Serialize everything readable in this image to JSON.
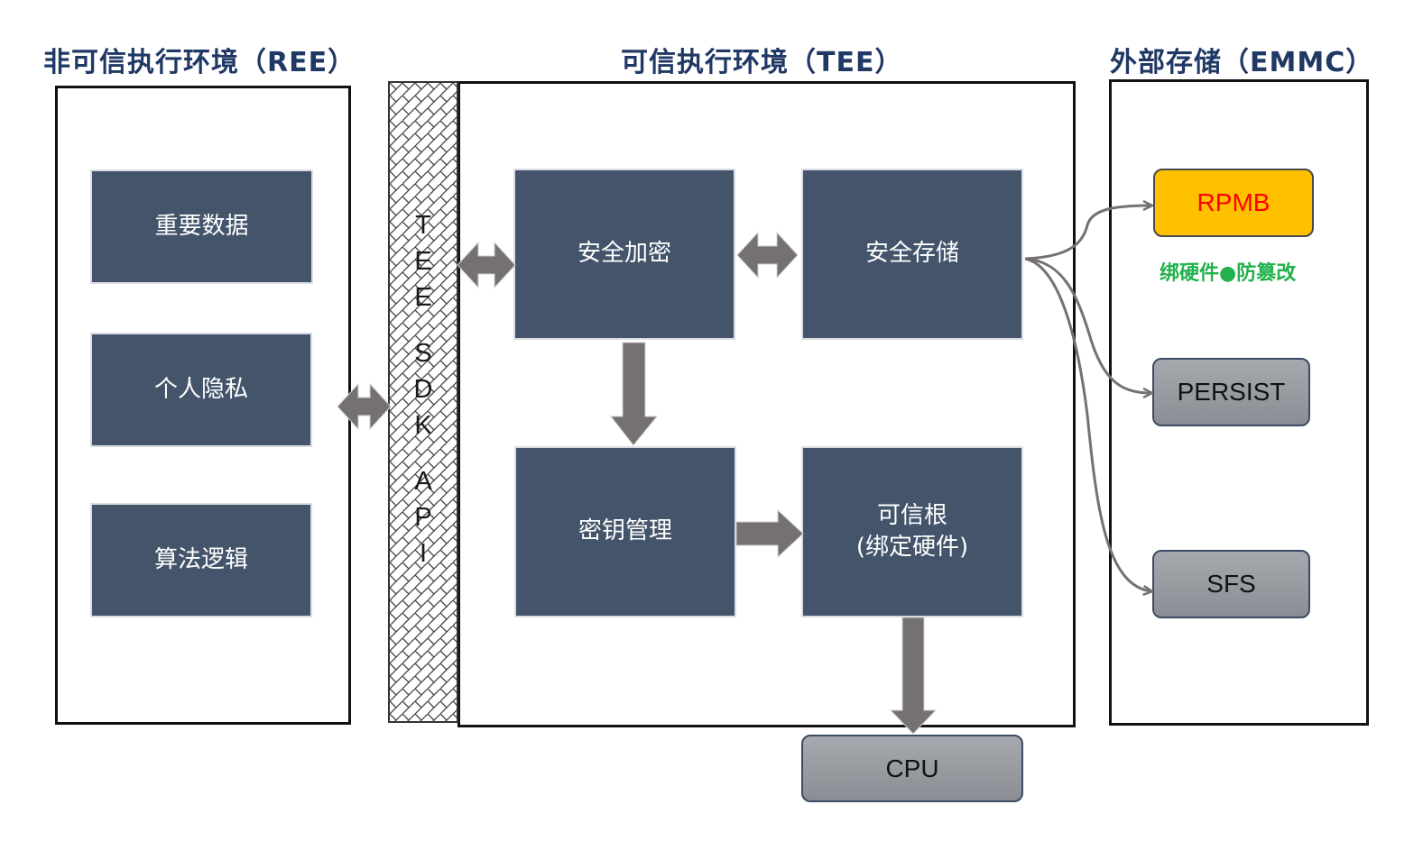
{
  "sections": {
    "ree_title": "非可信执行环境（REE）",
    "tee_title": "可信执行环境（TEE）",
    "emmc_title": "外部存储（EMMC）"
  },
  "ree_items": [
    "重要数据",
    "个人隐私",
    "算法逻辑"
  ],
  "tee_sdk": {
    "letters": [
      "T",
      "E",
      "E",
      "",
      "S",
      "D",
      "K",
      "",
      "A",
      "P",
      "I"
    ]
  },
  "tee_boxes": {
    "secure_crypto": "安全加密",
    "secure_storage": "安全存储",
    "key_management": "密钥管理",
    "root_of_trust_line1": "可信根",
    "root_of_trust_line2": "(绑定硬件)"
  },
  "cpu_label": "CPU",
  "emmc": {
    "rpmb": "RPMB",
    "rpmb_note": "绑硬件●防篡改",
    "persist": "PERSIST",
    "sfs": "SFS"
  },
  "colors": {
    "title": "#1f3864",
    "box_fill": "#44546a",
    "arrow_fill": "#767171",
    "rpmb_fill": "#ffc000",
    "rpmb_text": "#ff0000",
    "note_text": "#22b14c",
    "pill_fill": "#9b9ea3"
  }
}
